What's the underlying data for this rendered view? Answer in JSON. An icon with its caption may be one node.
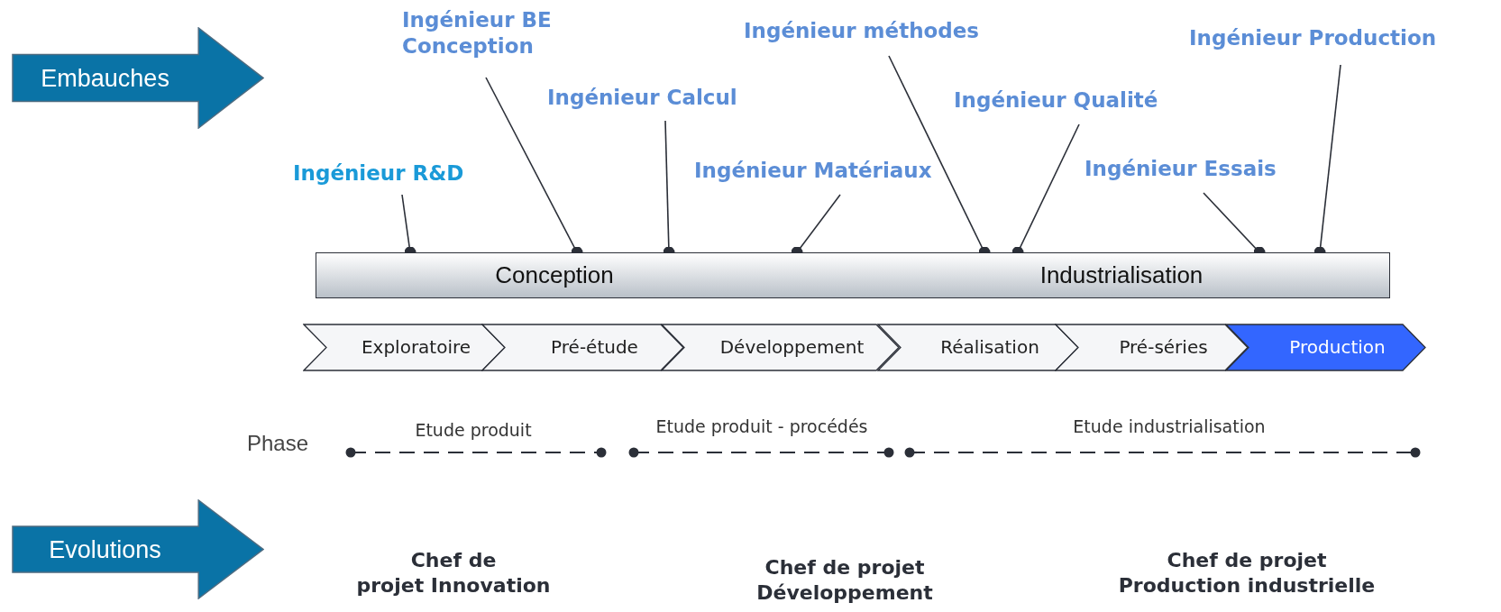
{
  "diagram": {
    "nodes": [
      {
        "text": [
          "Embauches"
        ]
      },
      {
        "text": [
          "Ingénieur BE Conception"
        ]
      },
      {
        "text": [
          "Ingénieur méthodes"
        ]
      },
      {
        "text": [
          "Ingénieur Production"
        ]
      },
      {
        "text": [
          "Ingénieur Calcul"
        ]
      },
      {
        "text": [
          "Ingénieur Qualité"
        ]
      },
      {
        "text": [
          "Ingénieur R&D"
        ]
      },
      {
        "text": [
          "Ingénieur Matériaux"
        ]
      },
      {
        "text": [
          "Ingénieur Essais"
        ]
      },
      {
        "text": [
          "Conception",
          "Industrialisation"
        ]
      },
      {
        "text": [
          "Exploratoire"
        ]
      },
      {
        "text": [
          "Pré-étude"
        ]
      },
      {
        "text": [
          "Développement"
        ]
      },
      {
        "text": [
          "Réalisation"
        ]
      },
      {
        "text": [
          "Pré-séries"
        ]
      },
      {
        "text": [
          "Production"
        ]
      },
      {
        "text": [
          "Evolutions"
        ]
      }
    ],
    "edges": [
      {
        "from": 1,
        "to": 9,
        "arrow": "other"
      },
      {
        "from": 2,
        "to": 9,
        "arrow": "other"
      },
      {
        "from": 3,
        "to": 9,
        "arrow": "other"
      },
      {
        "from": 4,
        "to": 9,
        "arrow": "other"
      },
      {
        "from": 5,
        "to": 9,
        "arrow": "other"
      },
      {
        "from": 6,
        "to": 9,
        "arrow": "other"
      },
      {
        "from": 7,
        "to": 9,
        "arrow": "other"
      },
      {
        "from": 8,
        "to": 9,
        "arrow": "other"
      }
    ],
    "labels": [
      "Phase",
      "Etude produit",
      "Etude produit - procédés",
      "Etude industrialisation",
      "Chef de projet Innovation",
      "Chef de projet Développement",
      "Chef de projet Production industrielle"
    ]
  }
}
